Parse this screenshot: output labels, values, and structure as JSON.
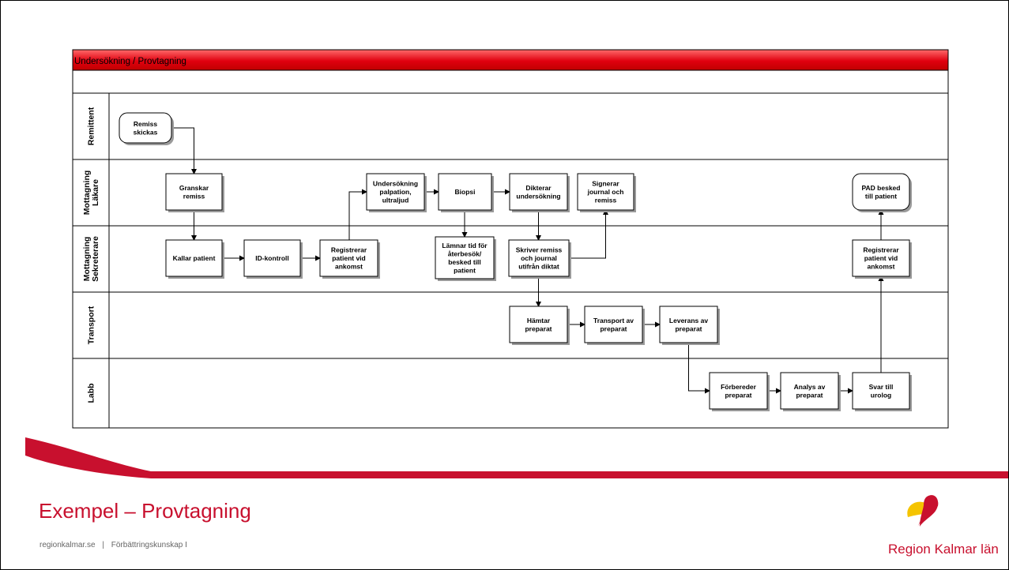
{
  "header_title": "Undersökning / Provtagning",
  "lanes": [
    {
      "key": "remittent",
      "lines": [
        "Remittent"
      ]
    },
    {
      "key": "lakare",
      "lines": [
        "Mottagning",
        "Läkare"
      ]
    },
    {
      "key": "sekreterare",
      "lines": [
        "Mottagning",
        "Sekreterare"
      ]
    },
    {
      "key": "transport",
      "lines": [
        "Transport"
      ]
    },
    {
      "key": "labb",
      "lines": [
        "Labb"
      ]
    }
  ],
  "nodes": [
    {
      "id": "remiss",
      "lines": [
        "Remiss",
        "skickas"
      ]
    },
    {
      "id": "granskar",
      "lines": [
        "Granskar",
        "remiss"
      ]
    },
    {
      "id": "kallar",
      "lines": [
        "Kallar patient"
      ]
    },
    {
      "id": "idkontroll",
      "lines": [
        "ID-kontroll"
      ]
    },
    {
      "id": "registrerar1",
      "lines": [
        "Registrerar",
        "patient vid",
        "ankomst"
      ]
    },
    {
      "id": "undersokning",
      "lines": [
        "Undersökning",
        "palpation,",
        "ultraljud"
      ]
    },
    {
      "id": "biopsi",
      "lines": [
        "Biopsi"
      ]
    },
    {
      "id": "lamnar",
      "lines": [
        "Lämnar tid för",
        "återbesök/",
        "besked till",
        "patient"
      ]
    },
    {
      "id": "dikterar",
      "lines": [
        "Dikterar",
        "undersökning"
      ]
    },
    {
      "id": "skriver",
      "lines": [
        "Skriver remiss",
        "och journal",
        "utifrån diktat"
      ]
    },
    {
      "id": "signerar",
      "lines": [
        "Signerar",
        "journal och",
        "remiss"
      ]
    },
    {
      "id": "hamtar",
      "lines": [
        "Hämtar",
        "preparat"
      ]
    },
    {
      "id": "transportav",
      "lines": [
        "Transport av",
        "preparat"
      ]
    },
    {
      "id": "leverans",
      "lines": [
        "Leverans av",
        "preparat"
      ]
    },
    {
      "id": "forbereder",
      "lines": [
        "Förbereder",
        "preparat"
      ]
    },
    {
      "id": "analys",
      "lines": [
        "Analys av",
        "preparat"
      ]
    },
    {
      "id": "svar",
      "lines": [
        "Svar till",
        "urolog"
      ]
    },
    {
      "id": "registrerar2",
      "lines": [
        "Registrerar",
        "patient vid",
        "ankomst"
      ]
    },
    {
      "id": "pad",
      "lines": [
        "PAD besked",
        "till patient"
      ]
    }
  ],
  "edges": [
    {
      "from": "remiss",
      "to": "granskar"
    },
    {
      "from": "granskar",
      "to": "kallar"
    },
    {
      "from": "kallar",
      "to": "idkontroll"
    },
    {
      "from": "idkontroll",
      "to": "registrerar1"
    },
    {
      "from": "registrerar1",
      "to": "undersokning"
    },
    {
      "from": "undersokning",
      "to": "biopsi"
    },
    {
      "from": "biopsi",
      "to": "dikterar"
    },
    {
      "from": "biopsi",
      "to": "lamnar"
    },
    {
      "from": "dikterar",
      "to": "skriver"
    },
    {
      "from": "skriver",
      "to": "signerar"
    },
    {
      "from": "skriver",
      "to": "hamtar"
    },
    {
      "from": "hamtar",
      "to": "transportav"
    },
    {
      "from": "transportav",
      "to": "leverans"
    },
    {
      "from": "leverans",
      "to": "forbereder"
    },
    {
      "from": "forbereder",
      "to": "analys"
    },
    {
      "from": "analys",
      "to": "svar"
    },
    {
      "from": "svar",
      "to": "registrerar2"
    },
    {
      "from": "registrerar2",
      "to": "pad"
    }
  ],
  "footer": {
    "title": "Exempel – Provtagning",
    "site": "regionkalmar.se",
    "separator": "|",
    "subtitle": "Förbättringskunskap I"
  },
  "brand": {
    "name": "Region Kalmar län",
    "logo_icon": "heart-logo-icon",
    "primary_color": "#c8102e",
    "accent_color": "#f5c400"
  },
  "colors": {
    "header_red": "#e0000f",
    "swoosh_red": "#c8102e"
  }
}
